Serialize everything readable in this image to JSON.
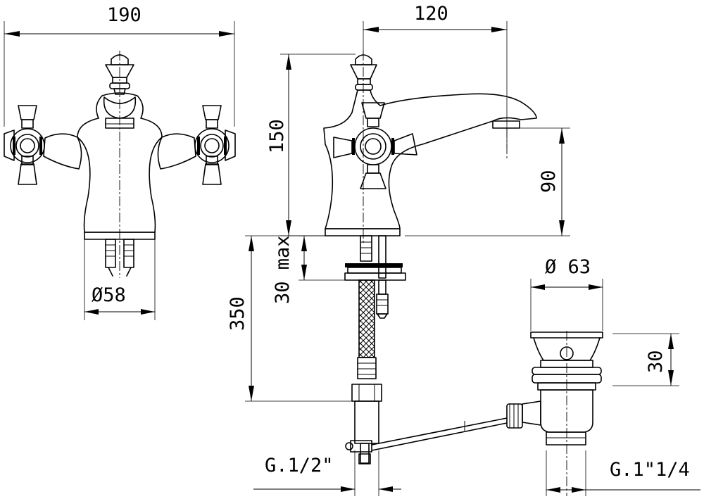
{
  "dimensions": {
    "front_width": "190",
    "spout_reach": "120",
    "total_height": "150",
    "spout_height": "90",
    "base_diameter": "Ø58",
    "deck_thickness": "30 max",
    "flex_hose_length": "350",
    "waste_diameter": "Ø 63",
    "waste_height": "30",
    "supply_thread": "G.1/2\"",
    "waste_thread": "G.1\"1/4"
  }
}
